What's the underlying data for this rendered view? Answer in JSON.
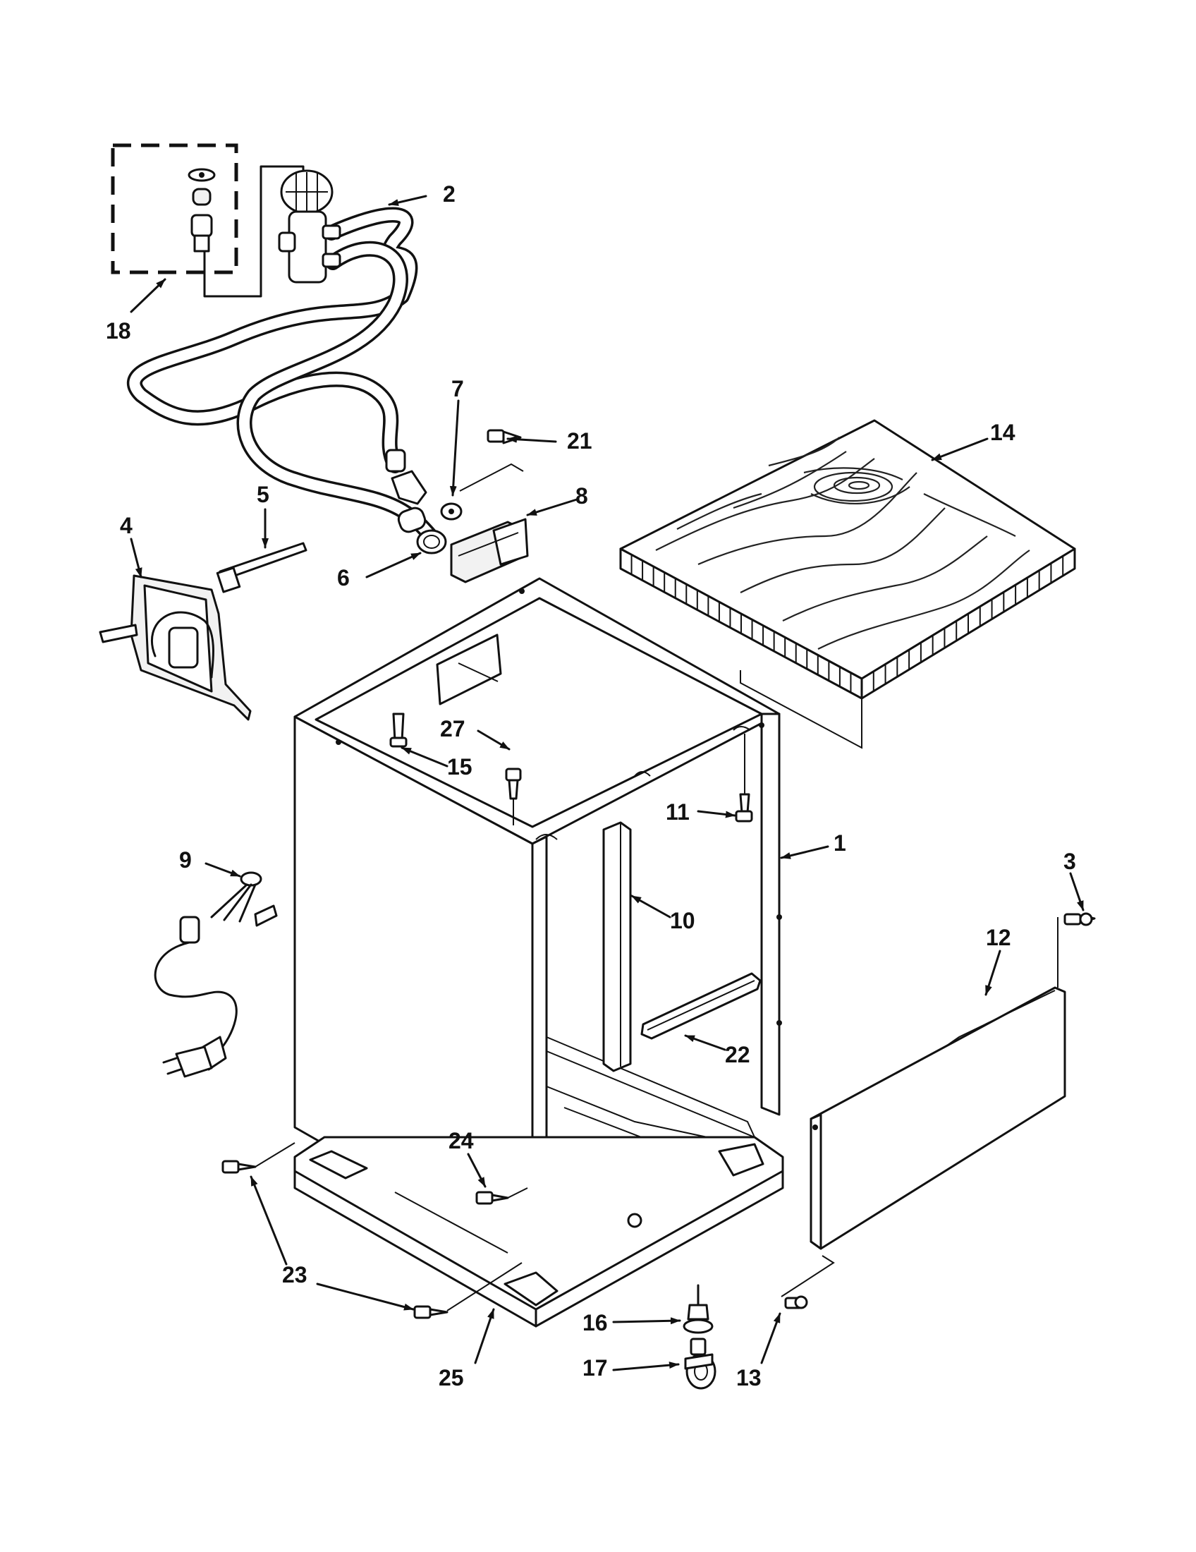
{
  "diagram": {
    "callouts": {
      "c1": "1",
      "c2": "2",
      "c3": "3",
      "c4": "4",
      "c5": "5",
      "c6": "6",
      "c7": "7",
      "c8": "8",
      "c9": "9",
      "c10": "10",
      "c11": "11",
      "c12": "12",
      "c13": "13",
      "c14": "14",
      "c15": "15",
      "c16": "16",
      "c17": "17",
      "c18": "18",
      "c21": "21",
      "c22": "22",
      "c23": "23",
      "c24": "24",
      "c25": "25",
      "c27": "27"
    }
  }
}
